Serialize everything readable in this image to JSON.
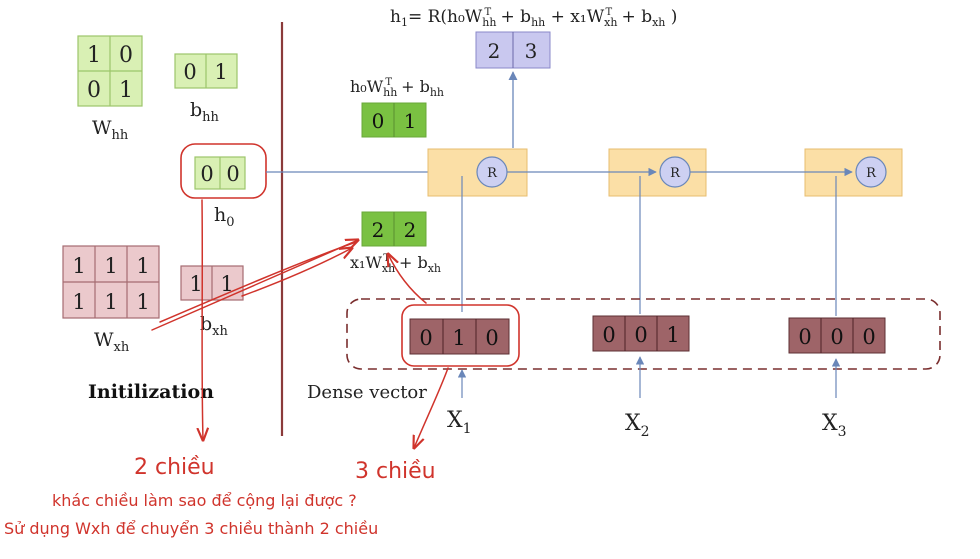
{
  "top_formula": {
    "lhs": "h",
    "lhs_sub": "1",
    "rhs": "= R(h₀W",
    "rhs_sub1": "hh",
    "rhs_sup1": "T",
    "rhs_mid1": " + b",
    "rhs_sub2": "hh",
    "rhs_mid2": " + x₁W",
    "rhs_sub3": "xh",
    "rhs_sup3": "T",
    "rhs_mid3": " + b",
    "rhs_sub4": "xh",
    "rhs_end": " )"
  },
  "output_vector": [
    "2",
    "3"
  ],
  "w_hh": {
    "cells": [
      "1",
      "0",
      "0",
      "1"
    ],
    "label": "W",
    "label_sub": "hh"
  },
  "b_hh": {
    "cells": [
      "0",
      "1"
    ],
    "label": "b",
    "label_sub": "hh"
  },
  "h0": {
    "cells": [
      "0",
      "0"
    ],
    "label": "h",
    "label_sub": "0"
  },
  "w_xh": {
    "cells": [
      "1",
      "1",
      "1",
      "1",
      "1",
      "1"
    ],
    "label": "W",
    "label_sub": "xh"
  },
  "b_xh": {
    "cells": [
      "1",
      "1"
    ],
    "label": "b",
    "label_sub": "xh"
  },
  "hidden_term": {
    "formula_main": "h₀W",
    "formula_sub": "hh",
    "formula_sup": "T",
    "formula_end": " + b",
    "formula_end_sub": "hh",
    "cells": [
      "0",
      "1"
    ]
  },
  "input_term": {
    "cells": [
      "2",
      "2"
    ],
    "formula_main": "x₁W",
    "formula_sub": "xh",
    "formula_sup": "T",
    "formula_end": " + b",
    "formula_end_sub": "xh"
  },
  "r_nodes": [
    "R",
    "R",
    "R"
  ],
  "dense_vectors": [
    {
      "cells": [
        "0",
        "1",
        "0"
      ],
      "label": "X",
      "label_sub": "1"
    },
    {
      "cells": [
        "0",
        "0",
        "1"
      ],
      "label": "X",
      "label_sub": "2"
    },
    {
      "cells": [
        "0",
        "0",
        "0"
      ],
      "label": "X",
      "label_sub": "3"
    }
  ],
  "initialization_label": "Initilization",
  "dense_vector_label": "Dense vector",
  "annotations": {
    "two_dim": "2 chiều",
    "three_dim": "3 chiều",
    "question": "khác chiều làm sao để cộng lại được ?",
    "answer": "Sử dụng Wxh để chuyển 3 chiều thành 2 chiều"
  },
  "colors": {
    "green_light": "#d9f0b4",
    "green_dark": "#7ac142",
    "purple_light": "#c9c8ef",
    "pink_light": "#ebc9cc",
    "maroon": "#9e6468",
    "orange": "#fbdfa6",
    "circle": "#cdd0f2",
    "red_ink": "#d0342c",
    "arrow_blue": "#6a87b9"
  }
}
